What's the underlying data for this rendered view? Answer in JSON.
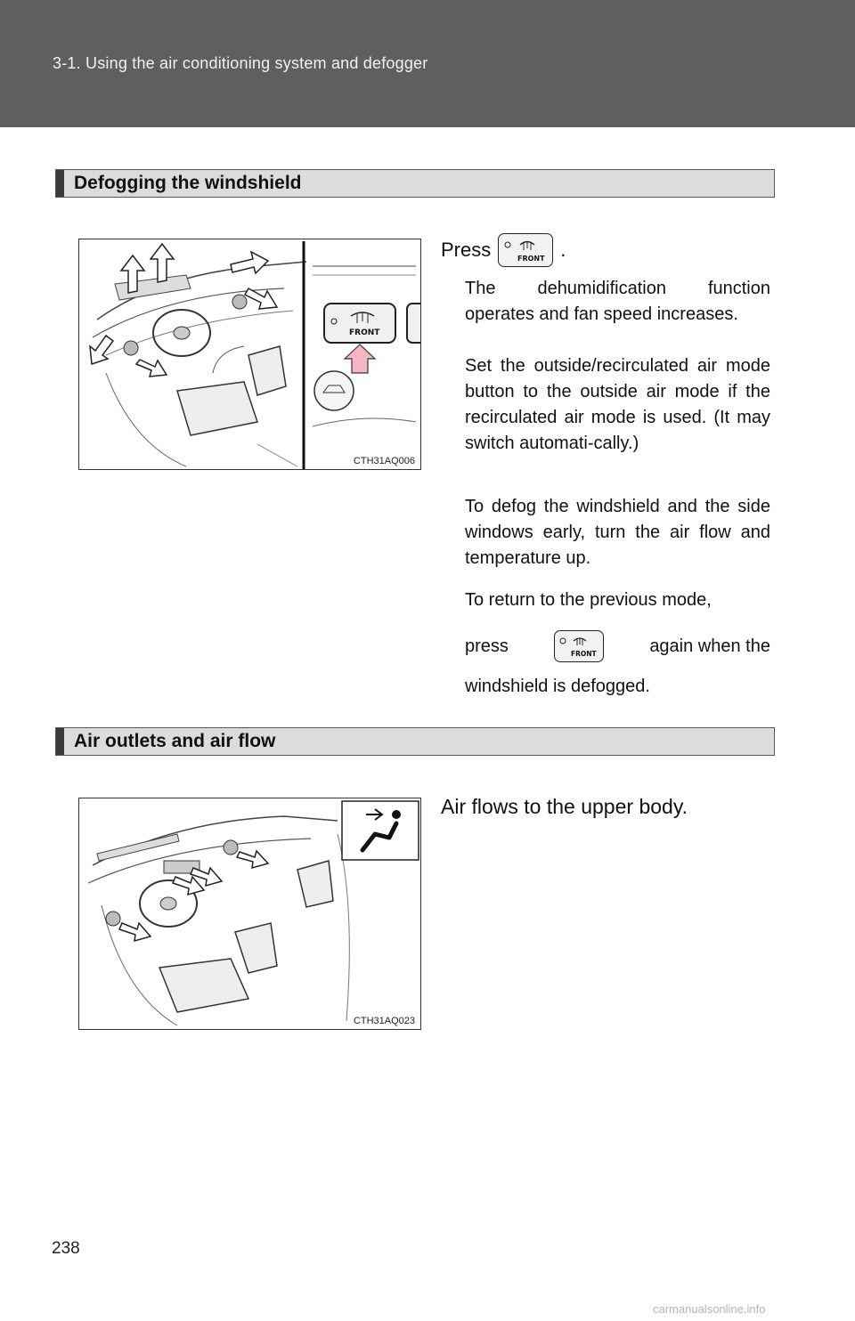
{
  "header": {
    "title": "3-1. Using the air conditioning system and defogger"
  },
  "section1": {
    "title": "Defogging the windshield",
    "figure_code": "CTH31AQ006",
    "press_label": "Press",
    "press_suffix": ".",
    "button_icon": "front-defroster-button-icon",
    "button_text": "FRONT",
    "para1": "The dehumidification function operates and fan speed increases.",
    "para2": "Set the outside/recirculated air mode button to the outside air mode if the recirculated air mode is used. (It may switch automati-cally.)",
    "para3": "To defog the windshield and the side windows early, turn the air flow and temperature up.",
    "para4_a": "To return to the previous mode,",
    "para4_press": "press",
    "para4_again": "again when the",
    "para4_b": "windshield is defogged."
  },
  "section2": {
    "title": "Air outlets and air flow",
    "figure_code": "CTH31AQ023",
    "mode_icon": "upper-body-airflow-icon",
    "caption": "Air flows to the upper body."
  },
  "page_number": "238",
  "watermark": "carmanualsonline.info",
  "colors": {
    "header_bg": "#5f5f5f",
    "section_bar_bg": "#dcdcdc",
    "arrow_fill": "#f4b6c2"
  }
}
